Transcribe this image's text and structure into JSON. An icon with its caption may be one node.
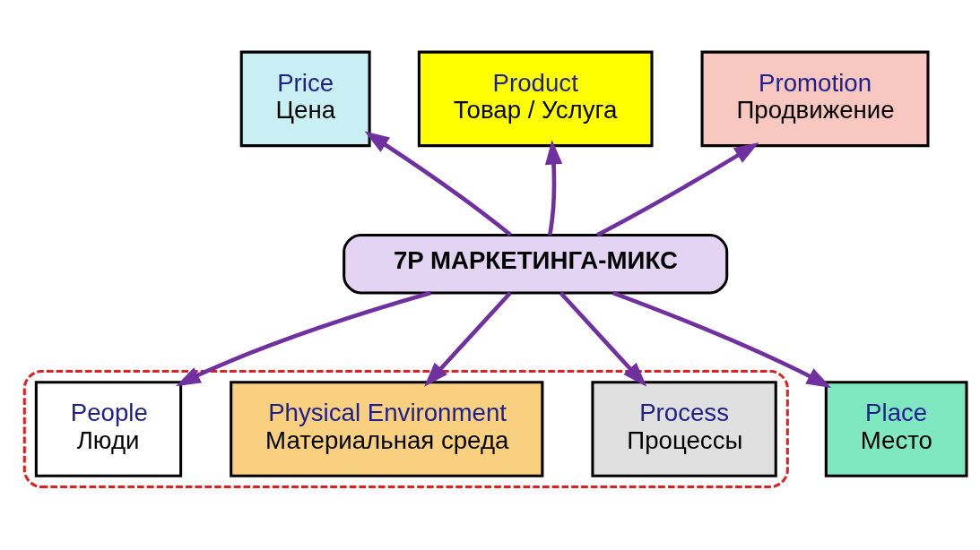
{
  "diagram": {
    "nodes": [
      {
        "text": [
          "Price",
          "Цена"
        ]
      },
      {
        "text": [
          "Product",
          "Товар / Услуга"
        ]
      },
      {
        "text": [
          "Promotion",
          "Продвижение"
        ]
      },
      {
        "text": [],
        "shape": "outline"
      },
      {
        "text": [
          "7P МАРКЕТИНГА-МИКС"
        ]
      },
      {
        "text": [
          "Process",
          "Процессы"
        ],
        "in": 3
      },
      {
        "text": [
          "Place",
          "Место"
        ]
      },
      {
        "text": [
          "Physical Environment",
          "Материальная среда"
        ],
        "in": 3
      },
      {
        "text": [
          "People",
          "Люди"
        ],
        "in": 3
      }
    ],
    "edges": [
      {
        "from": 4,
        "to": 0,
        "arrow": "to"
      },
      {
        "from": 4,
        "to": 1,
        "arrow": "to"
      },
      {
        "from": 4,
        "to": 2,
        "arrow": "to"
      },
      {
        "from": 4,
        "to": 5,
        "arrow": "to"
      },
      {
        "from": 4,
        "to": 6,
        "arrow": "to"
      },
      {
        "from": 4,
        "to": 7,
        "arrow": "to"
      },
      {
        "from": 4,
        "to": 8,
        "arrow": "to"
      }
    ]
  }
}
